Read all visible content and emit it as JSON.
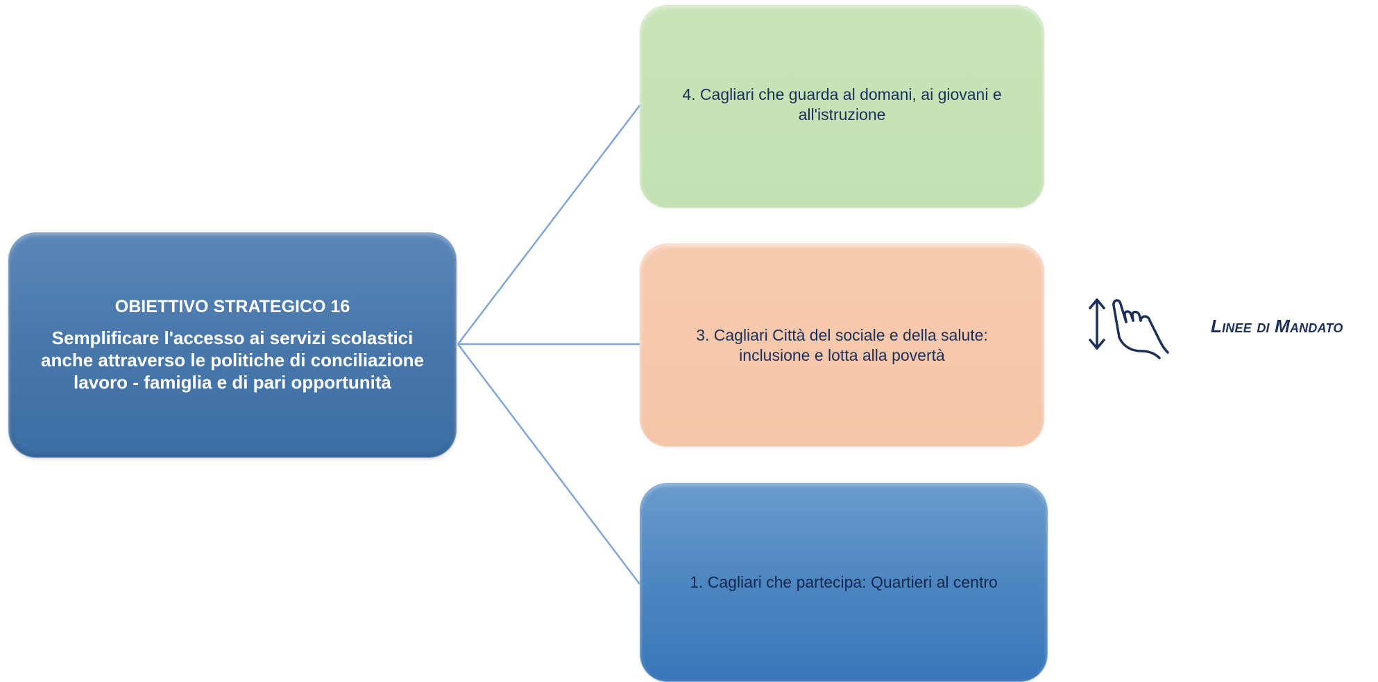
{
  "main": {
    "title": "OBIETTIVO STRATEGICO 16",
    "subtitle": "Semplificare l'accesso ai servizi scolastici anche attraverso le politiche di conciliazione lavoro - famiglia e di pari opportunità"
  },
  "branches": [
    {
      "label": "4. Cagliari che guarda al domani, ai giovani e all'istruzione",
      "color": "#c5e1b4"
    },
    {
      "label": "3. Cagliari Città del sociale e della salute: inclusione e lotta alla povertà",
      "color": "#f5c7a9"
    },
    {
      "label": "1. Cagliari che partecipa: Quartieri al centro",
      "color": "#4a82c0"
    }
  ],
  "link": {
    "label": "Linee di Mandato",
    "icon": "hand-swipe-icon"
  },
  "colors": {
    "main_box": "#4a78ab",
    "connector": "#7fa6d6",
    "text_dark": "#1b2f5a"
  }
}
